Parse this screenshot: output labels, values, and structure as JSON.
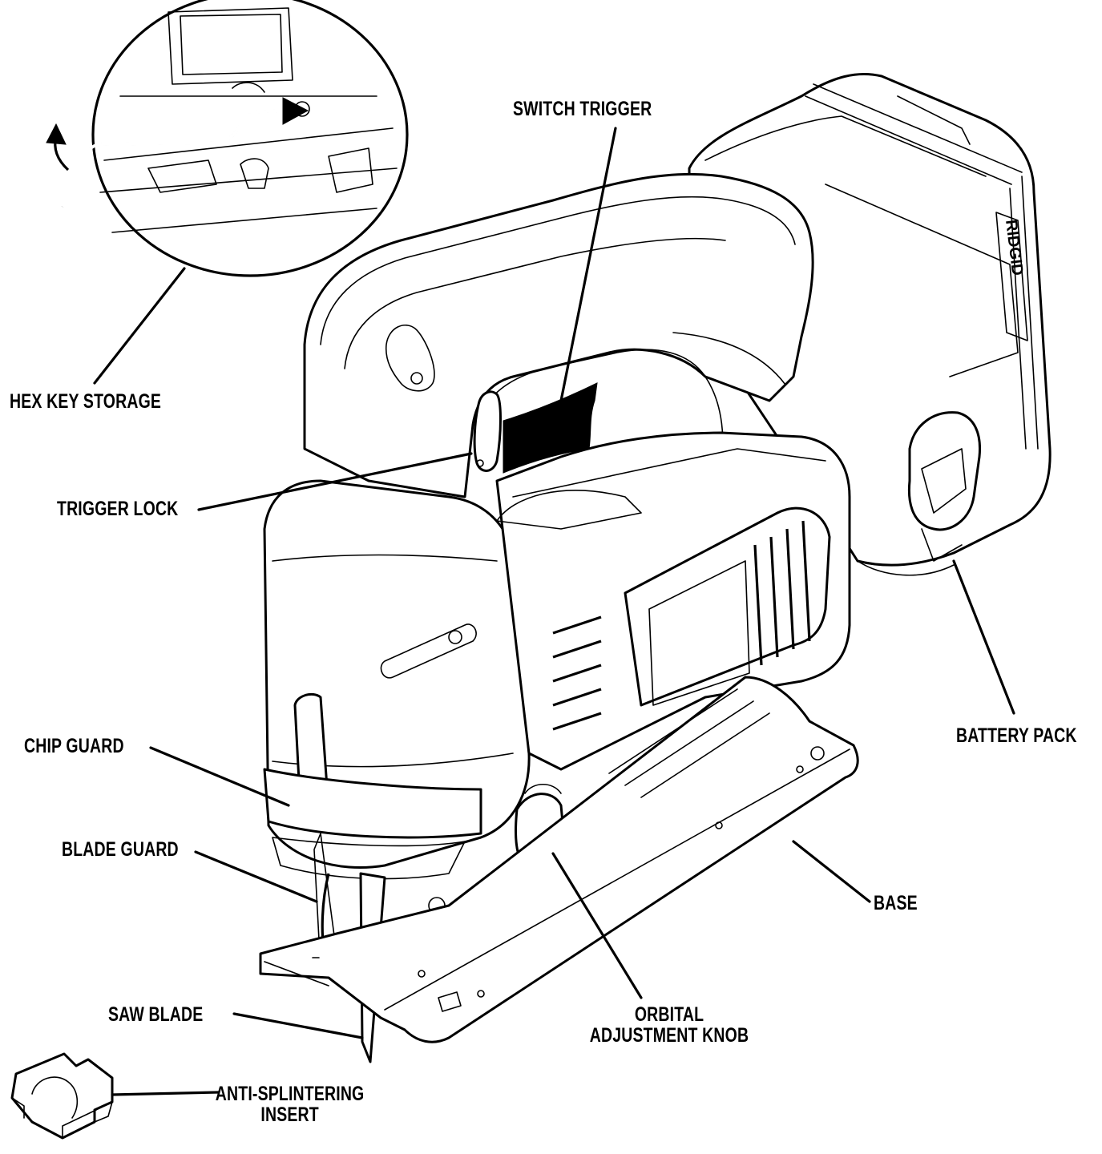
{
  "labels": {
    "switch_trigger": "SWITCH TRIGGER",
    "hex_key_storage": "HEX KEY STORAGE",
    "trigger_lock": "TRIGGER LOCK",
    "battery_pack": "BATTERY PACK",
    "chip_guard": "CHIP GUARD",
    "blade_guard": "BLADE GUARD",
    "base": "BASE",
    "saw_blade": "SAW BLADE",
    "orbital_line1": "ORBITAL",
    "orbital_line2": "ADJUSTMENT KNOB",
    "anti_line1": "ANTI-SPLINTERING",
    "anti_line2": "INSERT"
  },
  "brand_mark": "RIDGID"
}
